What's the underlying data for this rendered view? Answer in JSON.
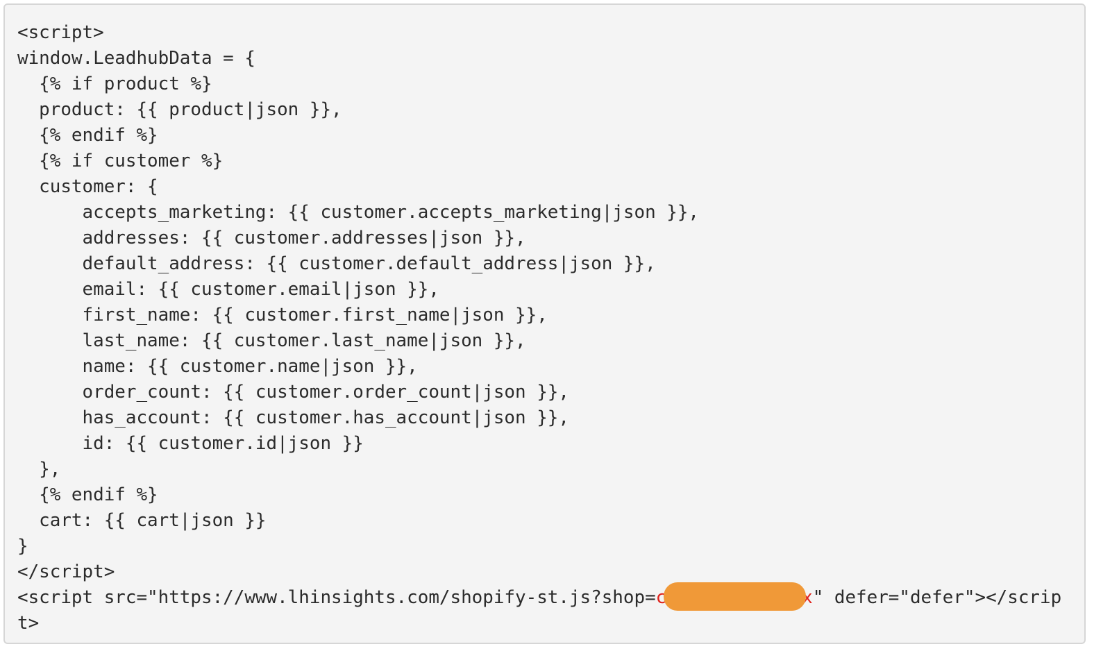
{
  "code_lines": [
    "<script>",
    "window.LeadhubData = {",
    "  {% if product %}",
    "  product: {{ product|json }},",
    "  {% endif %}",
    "  {% if customer %}",
    "  customer: {",
    "      accepts_marketing: {{ customer.accepts_marketing|json }},",
    "      addresses: {{ customer.addresses|json }},",
    "      default_address: {{ customer.default_address|json }},",
    "      email: {{ customer.email|json }},",
    "      first_name: {{ customer.first_name|json }},",
    "      last_name: {{ customer.last_name|json }},",
    "      name: {{ customer.name|json }},",
    "      order_count: {{ customer.order_count|json }},",
    "      has_account: {{ customer.has_account|json }},",
    "      id: {{ customer.id|json }}",
    "  },",
    "  {% endif %}",
    "  cart: {{ cart|json }}",
    "}",
    "</script>"
  ],
  "script_tag": {
    "prefix": "<script src=\"https://www.lhinsights.com/shopify-st.js?shop=",
    "shop_start": "c",
    "shop_end": "x",
    "suffix": "\" defer=\"defer\"></scrip",
    "wrap": "t>"
  },
  "colors": {
    "redaction": "#f09938",
    "highlight": "#e0231c",
    "background": "#f4f4f4"
  }
}
